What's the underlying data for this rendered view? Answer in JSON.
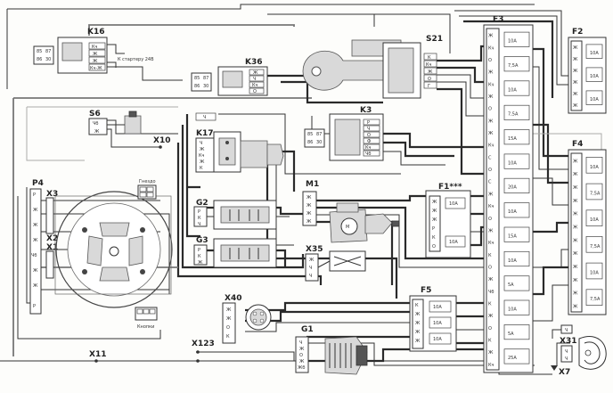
{
  "components": {
    "K16": "K16",
    "K36": "K36",
    "S21": "S21",
    "F3": "F3",
    "F2": "F2",
    "S6": "S6",
    "K3": "K3",
    "K17": "K17",
    "X10": "X10",
    "P4": "P4",
    "X3": "X3",
    "X2": "X2",
    "X1": "X1",
    "F4": "F4",
    "M1": "M1",
    "F1": "F1***",
    "G2": "G2",
    "G3": "G3",
    "X35": "X35",
    "F5": "F5",
    "X40": "X40",
    "X123": "X123",
    "G1": "G1",
    "X11": "X11",
    "X31": "X31",
    "X7": "X7"
  },
  "annotations": {
    "k16_note": "К стартеру 24В",
    "p4_top_note": "Гнездо",
    "p4_bottom_note": "Кнопки"
  },
  "pin_codes": {
    "K16": [
      "Кч",
      "Ж",
      "Ж",
      "Кч-Ж"
    ],
    "K16_aux": [
      "85",
      "86",
      "87",
      "30"
    ],
    "K36": [
      "Ж",
      "Ч",
      "Кч",
      "О"
    ],
    "K36_aux": [
      "85",
      "86",
      "87",
      "30"
    ],
    "S21": [
      "К",
      "Кч",
      "Ж",
      "О",
      "Г"
    ],
    "S6": [
      "Чб",
      "Ж"
    ],
    "K3": [
      "Р",
      "Ч",
      "О",
      "Ф",
      "Кч",
      "Чб"
    ],
    "K3_aux": [
      "85",
      "86",
      "87",
      "30"
    ],
    "K17": [
      "Ч",
      "Ж",
      "Кч",
      "Ж",
      "К"
    ],
    "G2": [
      "Р",
      "К",
      "Ч"
    ],
    "G3": [
      "Р",
      "К",
      "Ж"
    ],
    "M1": [
      "Ж",
      "Ж",
      "Ж",
      "Ж"
    ],
    "X35": [
      "Ж",
      "Ч",
      "Ч"
    ],
    "F5": [
      "К",
      "Ж",
      "Ж",
      "Ж",
      "Ж"
    ],
    "X40": [
      "Ж",
      "Ж",
      "О",
      "К"
    ],
    "G1": [
      "Ч",
      "Ж",
      "О",
      "Ж",
      "Жб"
    ],
    "X31": [
      "Ч",
      "Ч"
    ],
    "F1": [
      "Ж",
      "Ж",
      "Ж",
      "Р",
      "К",
      "О"
    ],
    "P4": [
      "Р",
      "Ж",
      "Ж",
      "Ж",
      "Чб",
      "Ж",
      "Ж",
      "Р"
    ],
    "F3": [
      "Ж",
      "Кч",
      "О",
      "Ж",
      "Кч",
      "Ж",
      "О",
      "Ж",
      "Ж",
      "Кч",
      "С",
      "О",
      "С",
      "Ж",
      "Кч",
      "О",
      "Ж",
      "Кч",
      "К",
      "О",
      "Ж",
      "Чб",
      "К",
      "Ж",
      "О",
      "К",
      "Ж",
      "Кч"
    ],
    "F2": [
      "Ж",
      "Ж",
      "Ж",
      "Ж",
      "Ж",
      "Ж"
    ],
    "F4": [
      "Ж",
      "Ж",
      "Ж",
      "Ж",
      "Ж",
      "Ж",
      "Ж",
      "Ж",
      "Ж",
      "Ж",
      "Ж",
      "Ж"
    ]
  },
  "fuse_labels": {
    "F3": [
      "10А",
      "7,5А",
      "10А",
      "7,5А",
      "15А",
      "10А",
      "20А",
      "10А",
      "15А",
      "10А",
      "5А",
      "10А",
      "5А",
      "25А"
    ],
    "F2": [
      "10А",
      "10А",
      "10А"
    ],
    "F4": [
      "10А",
      "7,5А",
      "10А",
      "7,5А",
      "10А",
      "7,5А"
    ],
    "F1": [
      "10А",
      "10А"
    ],
    "F5": [
      "10А",
      "10А",
      "10А"
    ]
  }
}
